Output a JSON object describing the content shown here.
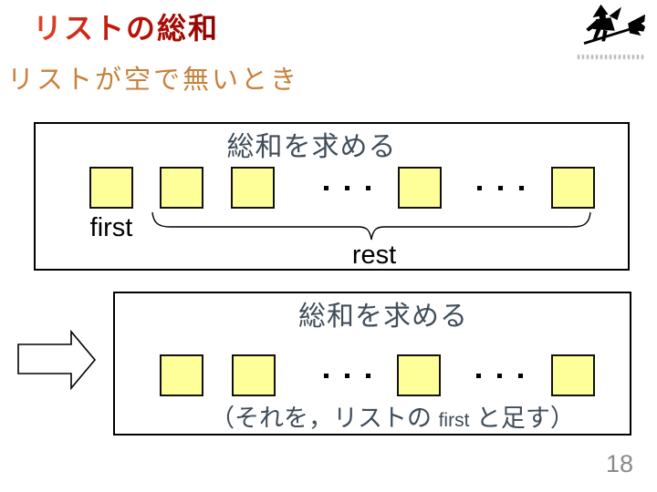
{
  "slide": {
    "title": "リストの総和",
    "subtitle": "リストが空で無いとき",
    "page_number": "18"
  },
  "box1": {
    "caption": "総和を求める",
    "ellipsis": "・・・",
    "first_label": "first",
    "rest_label": "rest",
    "cell_count": 5
  },
  "box2": {
    "caption": "総和を求める",
    "ellipsis": "・・・",
    "note_prefix": "（それを，リストの ",
    "note_word": "first",
    "note_suffix": " と足す）",
    "cell_count": 4
  },
  "icons": {
    "top_right": "witch-on-broom-silhouette",
    "left_of_box2": "right-block-arrow"
  },
  "colors": {
    "title_red_start": "#e0472a",
    "title_red_end": "#8e0000",
    "subtitle_orange": "#c8803a",
    "body_slate": "#3f4d5a",
    "cell_fill_yellow": "#ffff99",
    "page_number_gray": "#8a8a8a"
  }
}
